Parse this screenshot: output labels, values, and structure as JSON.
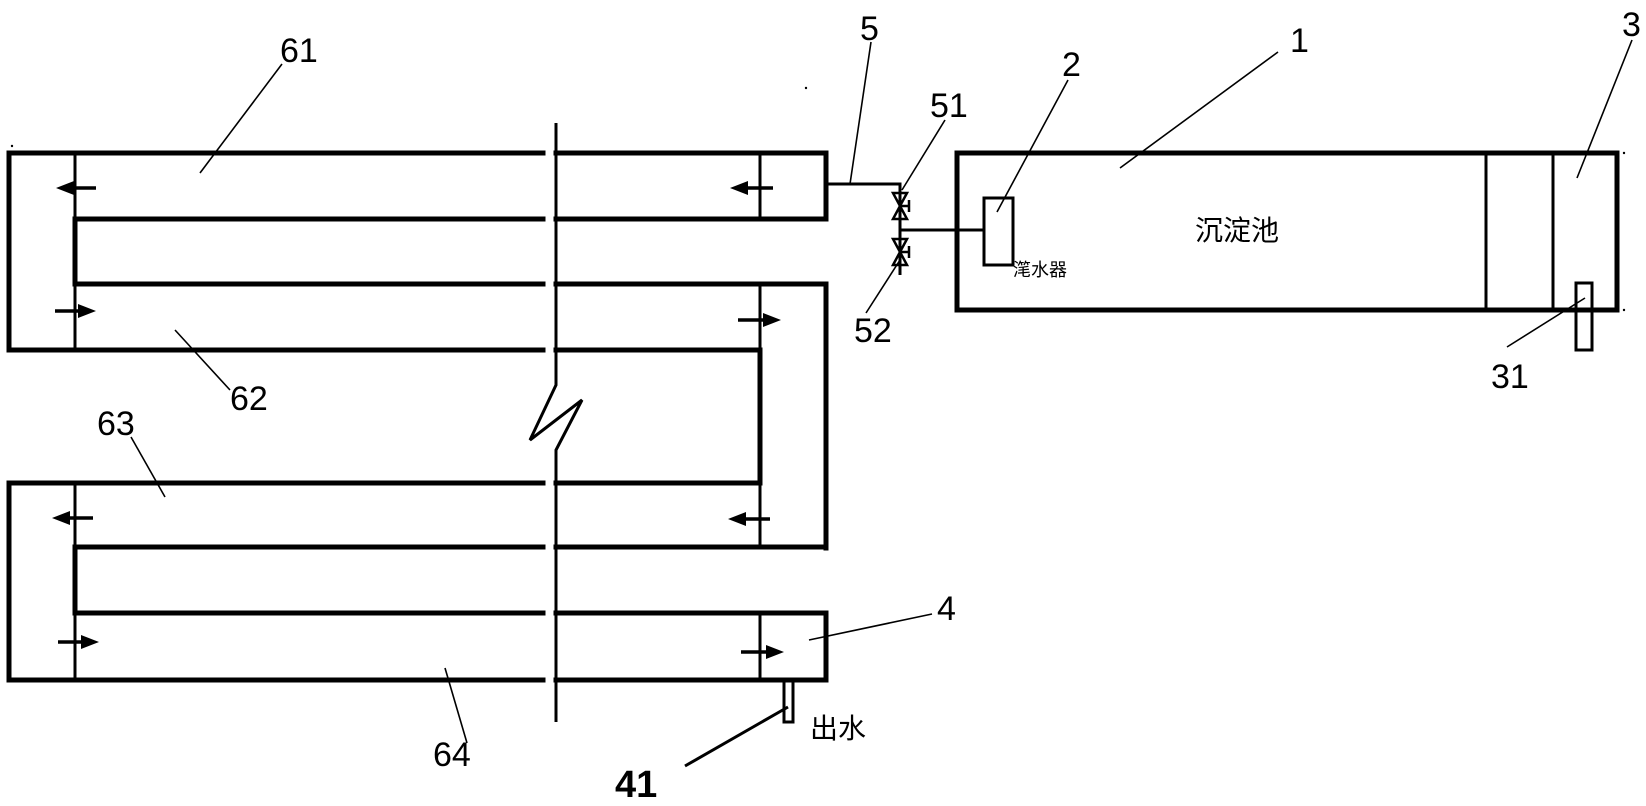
{
  "diagram": {
    "type": "process flow schematic",
    "components": [
      {
        "id": "1",
        "label": "沉淀池",
        "description": "sedimentation tank"
      },
      {
        "id": "2",
        "label": "滗水器",
        "description": "decanter"
      },
      {
        "id": "3",
        "label": "",
        "description": "end compartment of tank"
      },
      {
        "id": "31",
        "label": "",
        "description": "outlet on compartment 3"
      },
      {
        "id": "4",
        "label": "",
        "description": "outlet chamber"
      },
      {
        "id": "41",
        "label": "出水",
        "description": "water outlet"
      },
      {
        "id": "5",
        "label": "",
        "description": "connecting pipe"
      },
      {
        "id": "51",
        "label": "",
        "description": "valve (upper)"
      },
      {
        "id": "52",
        "label": "",
        "description": "valve (lower)"
      },
      {
        "id": "61",
        "label": "",
        "description": "channel 1"
      },
      {
        "id": "62",
        "label": "",
        "description": "channel 2"
      },
      {
        "id": "63",
        "label": "",
        "description": "channel 3"
      },
      {
        "id": "64",
        "label": "",
        "description": "channel 4"
      }
    ],
    "flow_directions": {
      "channel_61": "left",
      "channel_62": "right",
      "channel_63": "left",
      "channel_64": "right"
    }
  },
  "labels": {
    "n1": "1",
    "n2": "2",
    "n3": "3",
    "n31": "31",
    "n4": "4",
    "n41": "41",
    "n5": "5",
    "n51": "51",
    "n52": "52",
    "n61": "61",
    "n62": "62",
    "n63": "63",
    "n64": "64",
    "tank_name": "沉淀池",
    "decanter_name": "滗水器",
    "outlet_text": "出水"
  }
}
